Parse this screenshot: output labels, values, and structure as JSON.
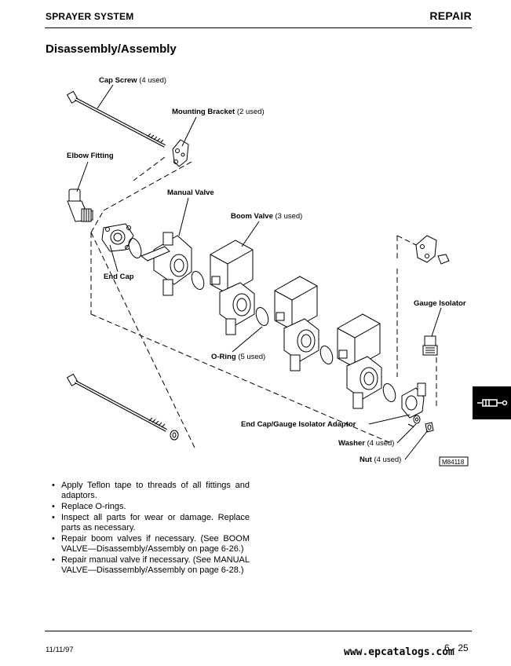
{
  "header": {
    "section": "SPRAYER SYSTEM",
    "chapter": "REPAIR"
  },
  "title": "Disassembly/Assembly",
  "diagram": {
    "labels": {
      "cap_screw": {
        "name": "Cap Screw",
        "qty": "(4 used)"
      },
      "mounting_bracket": {
        "name": "Mounting Bracket",
        "qty": "(2 used)"
      },
      "elbow_fitting": {
        "name": "Elbow Fitting"
      },
      "manual_valve": {
        "name": "Manual Valve"
      },
      "boom_valve": {
        "name": "Boom Valve",
        "qty": "(3 used)"
      },
      "end_cap": {
        "name": "End Cap"
      },
      "gauge_isolator": {
        "name": "Gauge Isolator"
      },
      "o_ring": {
        "name": "O-Ring",
        "qty": "(5 used)"
      },
      "end_cap_adaptor": {
        "name": "End Cap/Gauge Isolator Adaptor"
      },
      "washer": {
        "name": "Washer",
        "qty": "(4 used)"
      },
      "nut": {
        "name": "Nut",
        "qty": "(4 used)"
      }
    },
    "figure_id": "M84118"
  },
  "instructions": [
    "Apply Teflon tape to threads of all fittings and adaptors.",
    "Replace O-rings.",
    "Inspect all parts for wear or damage. Replace parts as necessary.",
    "Repair boom valves if necessary. (See BOOM VALVE—Disassembly/Assembly on page 6-26.)",
    "Repair manual valve if necessary. (See MANUAL VALVE—Disassembly/Assembly on page 6-28.)"
  ],
  "footer": {
    "date": "11/11/97",
    "page": "6 - 25",
    "watermark": "www.epcatalogs.com"
  }
}
